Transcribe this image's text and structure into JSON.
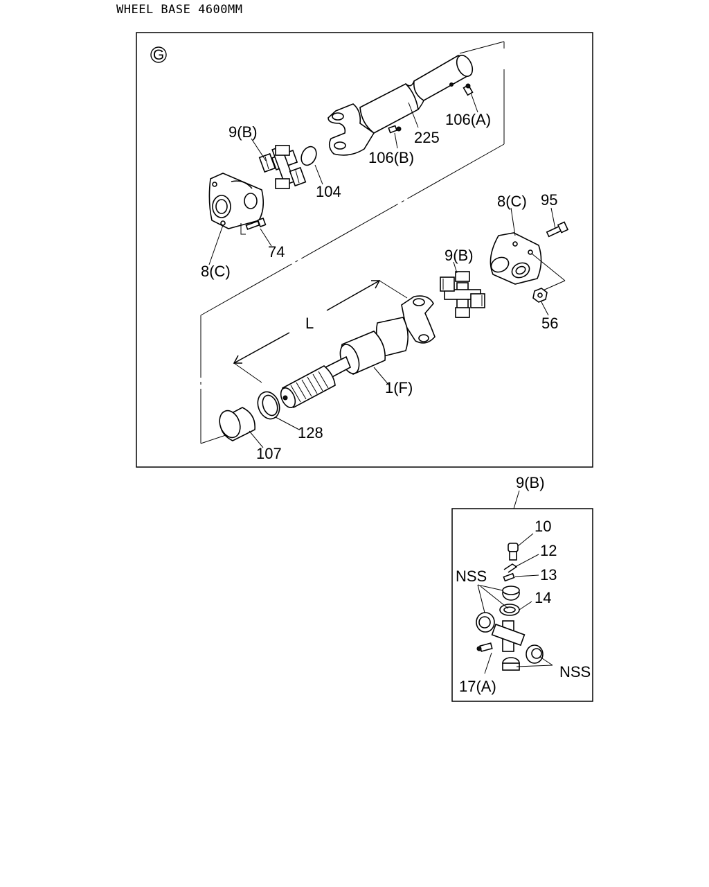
{
  "header": {
    "title": "WHEEL BASE 4600MM"
  },
  "main_view": {
    "view_marker": "G",
    "dimension_label": "L",
    "callouts": {
      "c_9b_top": "9(B)",
      "c_104": "104",
      "c_225": "225",
      "c_106a": "106(A)",
      "c_106b": "106(B)",
      "c_74": "74",
      "c_8c_left": "8(C)",
      "c_8c_right": "8(C)",
      "c_95": "95",
      "c_9b_right": "9(B)",
      "c_56": "56",
      "c_1f": "1(F)",
      "c_128": "128",
      "c_107": "107"
    }
  },
  "detail_view": {
    "title": "9(B)",
    "callouts": {
      "c_10": "10",
      "c_12": "12",
      "c_13": "13",
      "c_14": "14",
      "c_nss_left": "NSS",
      "c_nss_right": "NSS",
      "c_17a": "17(A)"
    }
  }
}
